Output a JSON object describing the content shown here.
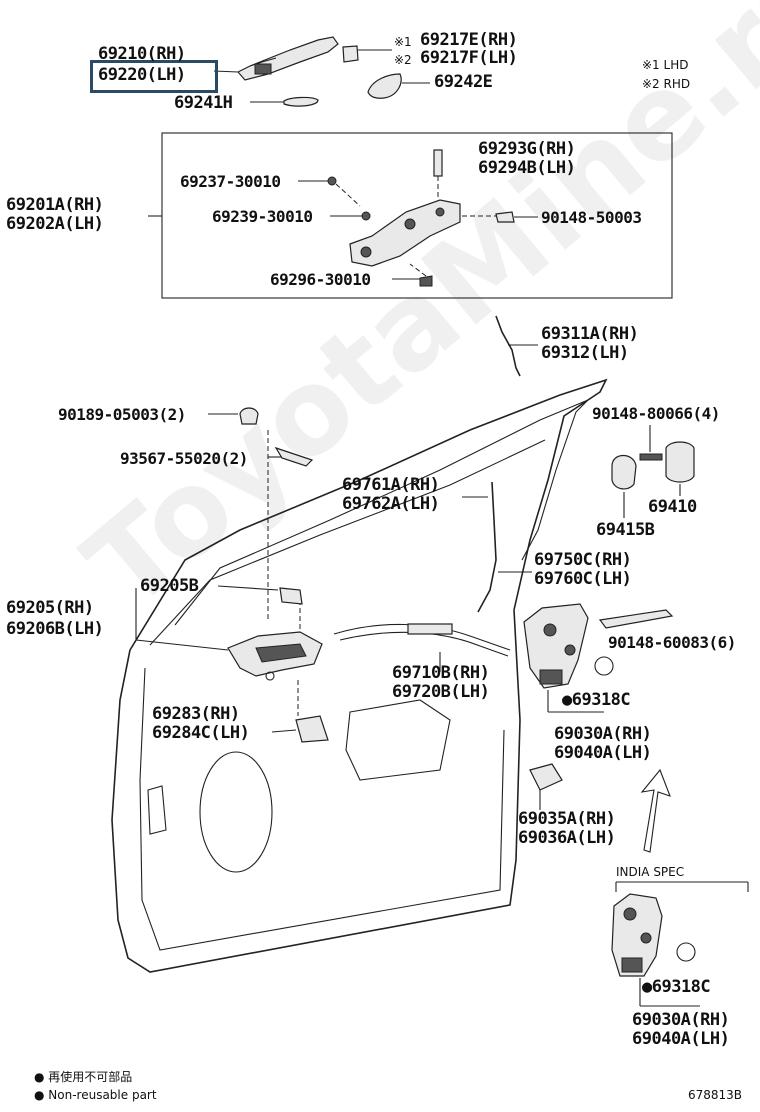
{
  "watermark": "ToyotaMine.ru",
  "legend_notes": {
    "lhd": "※1 LHD",
    "rhd": "※2 RHD"
  },
  "parts": {
    "p69210": "69210(RH)",
    "p69220": "69220(LH)",
    "p69241": "69241H",
    "p69217e": "69217E(RH)",
    "p69217f": "69217F(LH)",
    "mark1": "※1",
    "mark2": "※2",
    "p69242": "69242E",
    "p69293": "69293G(RH)",
    "p69294": "69294B(LH)",
    "p69237": "69237-30010",
    "p69239": "69239-30010",
    "p90148a": "90148-50003",
    "p69201": "69201A(RH)",
    "p69202": "69202A(LH)",
    "p69296": "69296-30010",
    "p69311": "69311A(RH)",
    "p69312": "69312(LH)",
    "p90189": "90189-05003(2)",
    "p90148b": "90148-80066(4)",
    "p93567": "93567-55020(2)",
    "p69761": "69761A(RH)",
    "p69762": "69762A(LH)",
    "p69410": "69410",
    "p69415": "69415B",
    "p69750": "69750C(RH)",
    "p69760": "69760C(LH)",
    "p69205b": "69205B",
    "p69205": "69205(RH)",
    "p69206": "69206B(LH)",
    "p90148c": "90148-60083(6)",
    "p69710": "69710B(RH)",
    "p69720": "69720B(LH)",
    "p69318a": "●69318C",
    "p69283": "69283(RH)",
    "p69284": "69284C(LH)",
    "p69030a": "69030A(RH)",
    "p69040a": "69040A(LH)",
    "p69035": "69035A(RH)",
    "p69036": "69036A(LH)",
    "india": "INDIA SPEC",
    "p69318b": "●69318C",
    "p69030b": "69030A(RH)",
    "p69040b": "69040A(LH)"
  },
  "footer": {
    "nonreusable_jp": "● 再使用不可部品",
    "nonreusable_en": "● Non-reusable part",
    "diagram_id": "678813B"
  },
  "colors": {
    "highlight": "#2b4a66",
    "line": "#222222"
  }
}
